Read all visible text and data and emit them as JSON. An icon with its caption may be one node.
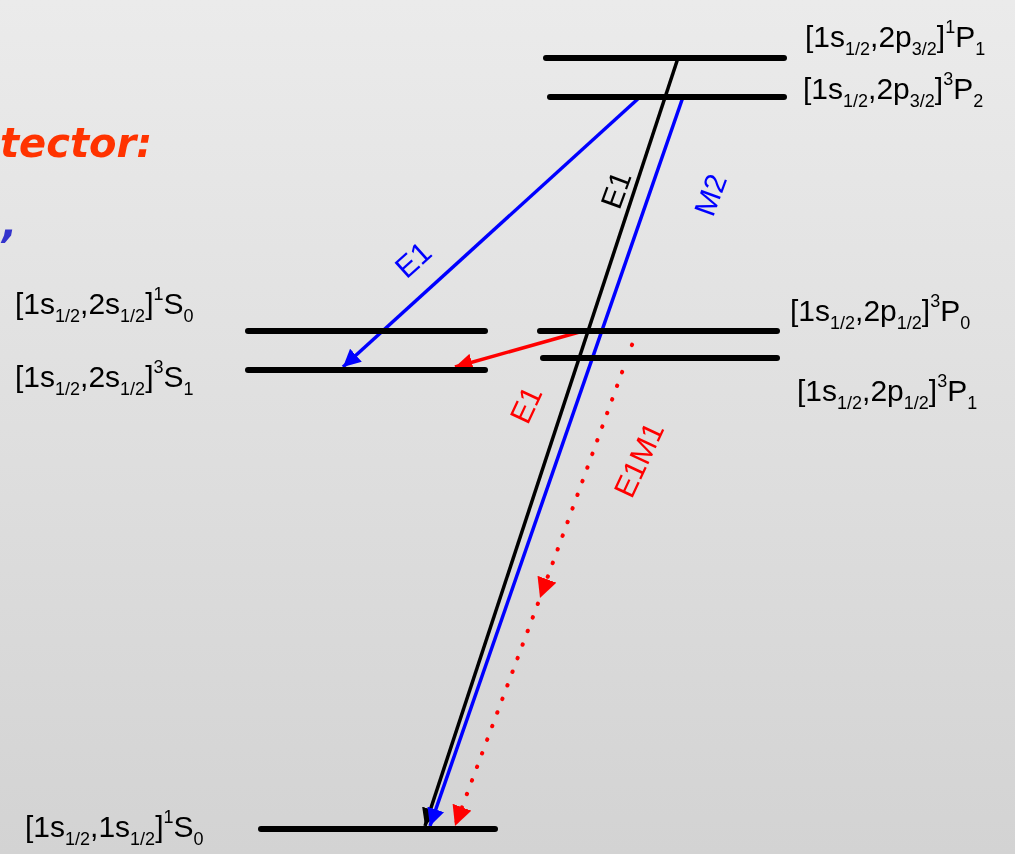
{
  "diagram": {
    "nodes": [
      {
        "text": [
          "[1s$_{1/2}$,2p$_{3/2}$]$^{1}$P$_{1}$"
        ]
      },
      {
        "text": [
          "[1s$_{1/2}$,2p$_{3/2}$]$^{3}$P$_{2}$"
        ]
      },
      {
        "text": [
          "[1s$_{1/2}$,2s$_{1/2}$]$^{1}$S$_{0}$"
        ]
      },
      {
        "text": [
          "[1s$_{1/2}$,2p$_{1/2}$]$^{3}$P$_{0}$"
        ]
      },
      {
        "text": [
          "[1s$_{1/2}$,2s$_{1/2}$]$^{3}$S$_{1}$"
        ]
      },
      {
        "text": [
          "[1s$_{1/2}$,2p$_{1/2}$]$^{3}$P$_{1}$"
        ]
      },
      {
        "text": [
          "[1s$_{1/2}$,1s$_{1/2}$]$^{1}$S$_{0}$"
        ]
      }
    ],
    "edges": [
      {
        "from": 1,
        "to": 4,
        "arrow": "to",
        "label": "E1",
        "color": "#0000ff"
      },
      {
        "from": 0,
        "to": 6,
        "arrow": "to",
        "label": "E1",
        "color": "#000000"
      },
      {
        "from": 1,
        "to": 6,
        "arrow": "to",
        "label": "M2",
        "color": "#0000ff"
      },
      {
        "from": 3,
        "to": 4,
        "arrow": "to",
        "label": "E1",
        "color": "#ff0000"
      },
      {
        "from": 3,
        "to": 6,
        "arrow": "to",
        "label": "E1M1",
        "style": "dashed",
        "color": "#ff0000"
      }
    ],
    "labels": [
      "tector:",
      ","
    ]
  }
}
